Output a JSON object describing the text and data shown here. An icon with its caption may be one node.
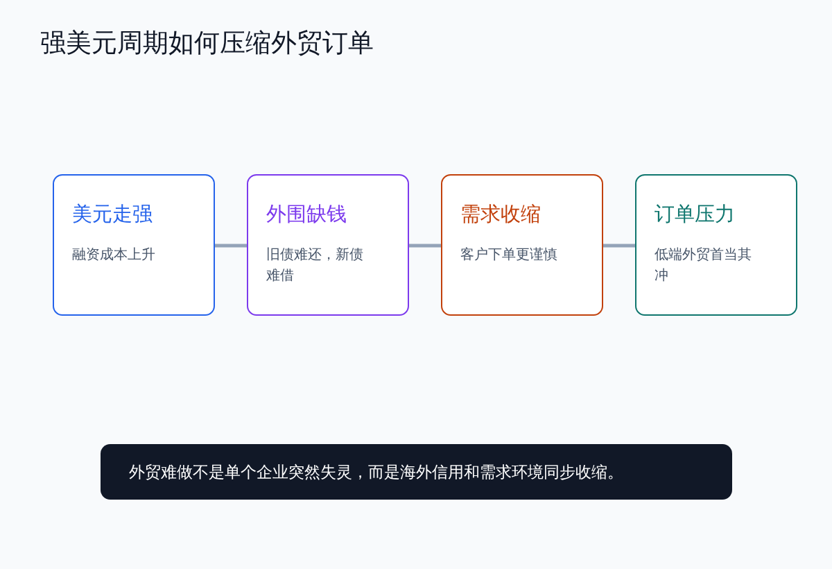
{
  "diagram": {
    "title": "强美元周期如何压缩外贸订单",
    "nodes": [
      {
        "text": [
          "美元走强",
          "融资成本上升"
        ]
      },
      {
        "text": [
          "外围缺钱",
          "旧债难还，新债难借"
        ]
      },
      {
        "text": [
          "需求收缩",
          "客户下单更谨慎"
        ]
      },
      {
        "text": [
          "订单压力",
          "低端外贸首当其冲"
        ]
      },
      {
        "text": [
          "外贸难做不是单个企业突然失灵，而是海外信用和需求环境同步收缩。"
        ]
      }
    ],
    "edges": [
      {
        "from": 0,
        "to": 1,
        "arrow": "none"
      },
      {
        "from": 1,
        "to": 2,
        "arrow": "none"
      },
      {
        "from": 2,
        "to": 3,
        "arrow": "none"
      }
    ]
  }
}
